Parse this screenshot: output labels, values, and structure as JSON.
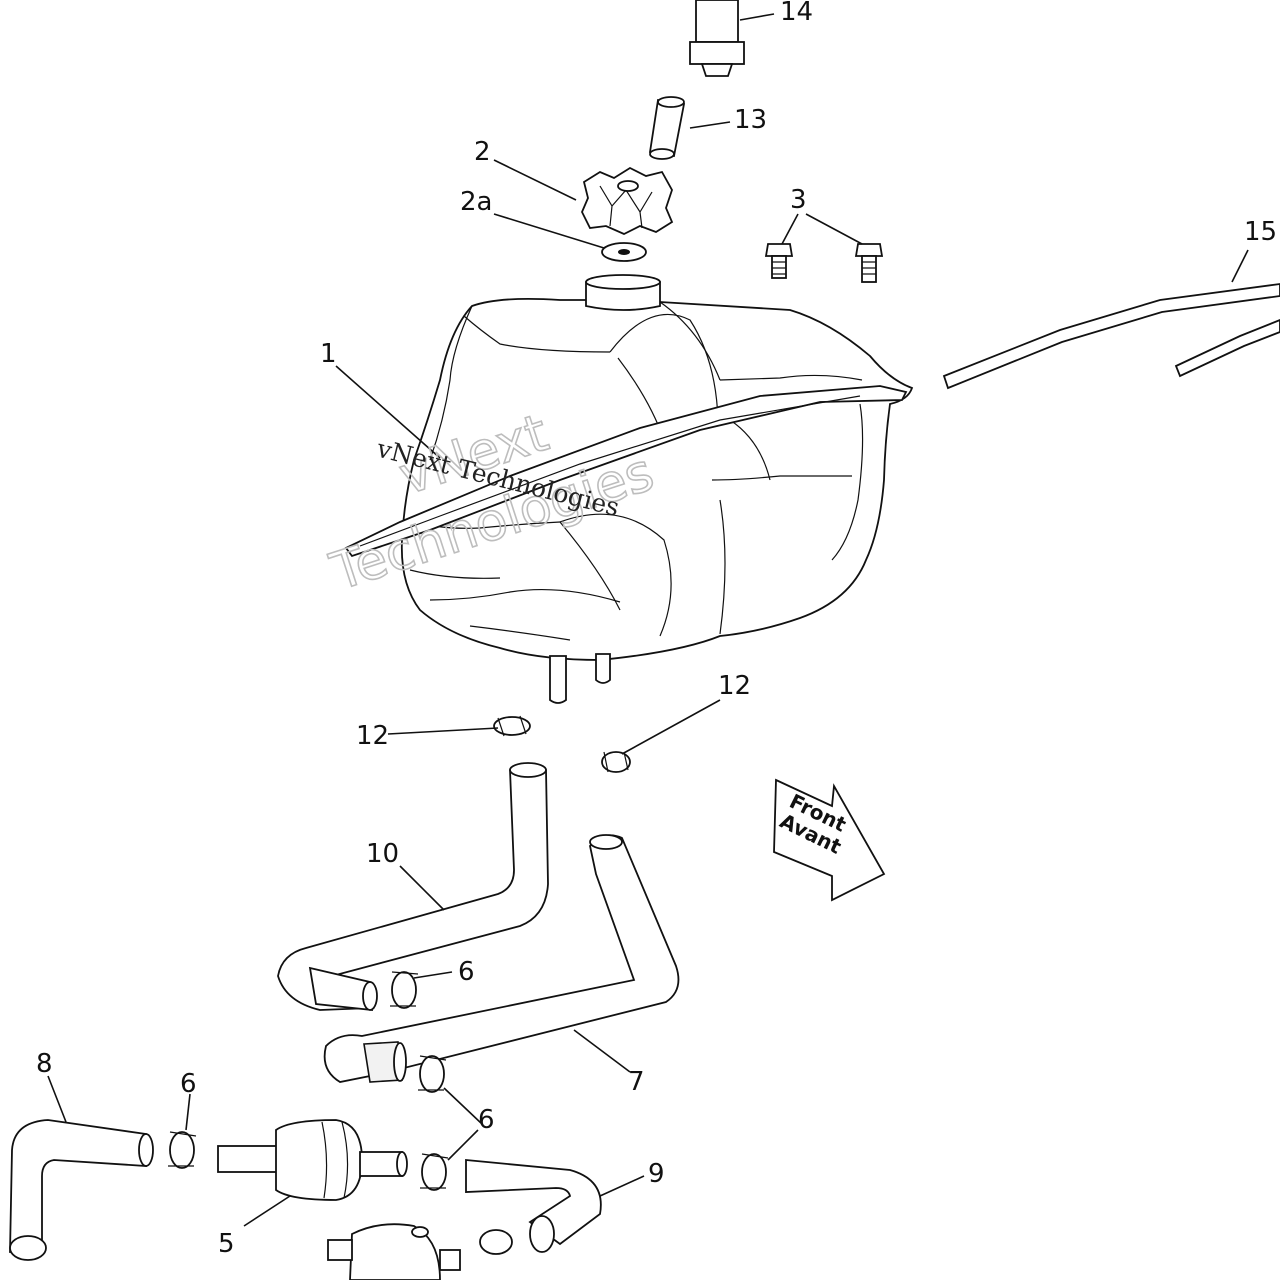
{
  "callouts": {
    "c1": "1",
    "c2": "2",
    "c2a": "2a",
    "c3": "3",
    "c5": "5",
    "c6a": "6",
    "c6b": "6",
    "c6c": "6",
    "c7": "7",
    "c8": "8",
    "c9": "9",
    "c10": "10",
    "c12a": "12",
    "c12b": "12",
    "c13": "13",
    "c14": "14",
    "c15": "15"
  },
  "direction_arrow": {
    "line1": "Front",
    "line2": "Avant"
  },
  "watermark": {
    "small": "vNext Technologies",
    "large_line1": "vNext",
    "large_line2": "Technologies"
  }
}
